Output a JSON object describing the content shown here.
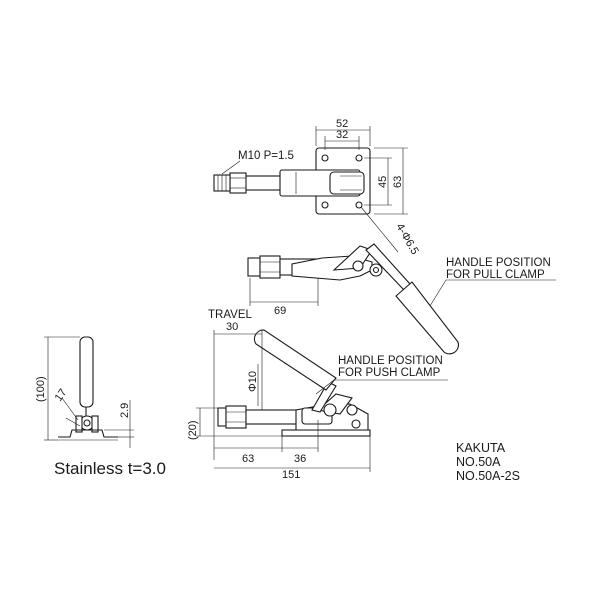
{
  "top_view": {
    "dim_52": "52",
    "dim_32": "32",
    "dim_45": "45",
    "dim_63": "63",
    "thread_label": "M10 P=1.5",
    "hole_label": "4-Φ6.5"
  },
  "pull_view": {
    "dim_69": "69",
    "callout_line1": "HANDLE POSITION",
    "callout_line2": "FOR PULL CLAMP"
  },
  "push_view": {
    "travel_label": "TRAVEL",
    "dim_30": "30",
    "dim_phi10": "Φ10",
    "dim_20": "(20)",
    "dim_63": "63",
    "dim_36": "36",
    "dim_151": "151",
    "callout_line1": "HANDLE POSITION",
    "callout_line2": "FOR PUSH CLAMP"
  },
  "side_view": {
    "dim_100": "(100)",
    "dim_17": "17",
    "dim_2_9": "2.9"
  },
  "material_note": "Stainless t=3.0",
  "maker": {
    "brand": "KAKUTA",
    "model_1": "NO.50A",
    "model_2": "NO.50A-2S"
  }
}
